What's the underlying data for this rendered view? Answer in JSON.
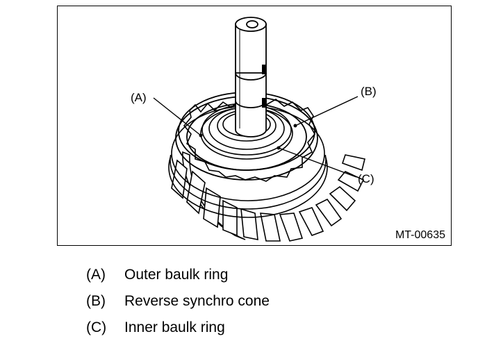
{
  "figure": {
    "code": "MT-00635",
    "callouts": {
      "a": "(A)",
      "b": "(B)",
      "c": "(C)"
    }
  },
  "legend": [
    {
      "key": "(A)",
      "text": "Outer baulk ring"
    },
    {
      "key": "(B)",
      "text": "Reverse synchro cone"
    },
    {
      "key": "(C)",
      "text": "Inner baulk ring"
    }
  ]
}
